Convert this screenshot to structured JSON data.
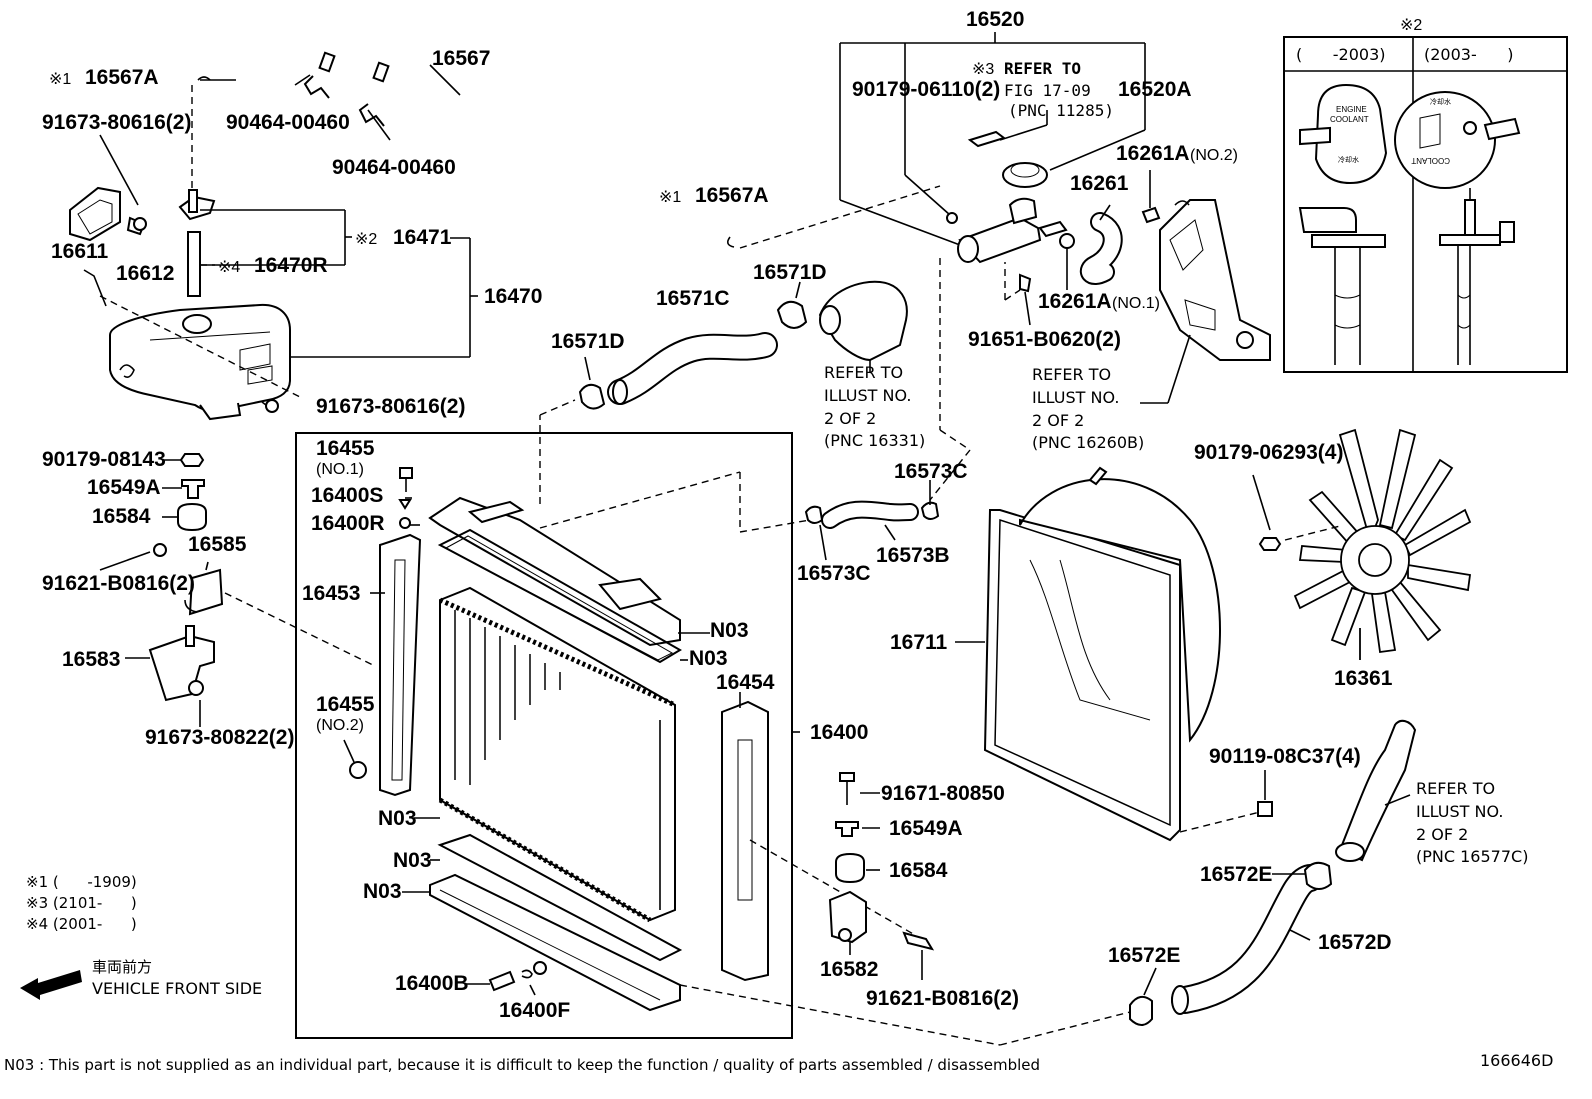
{
  "diagram_id": "166646D",
  "parts": {
    "p16520": "16520",
    "p16567": "16567",
    "p16567A_top": "16567A",
    "p16567A_mid": "16567A",
    "mark1_top": "※1",
    "mark1_mid": "※1",
    "p91673_80616_top": "91673-80616(2)",
    "p90464_a": "90464-00460",
    "p90464_b": "90464-00460",
    "p16611": "16611",
    "p16612": "16612",
    "p16470R": "16470R",
    "mark4": "※4",
    "mark2_mid": "※2",
    "p16471": "16471",
    "p16470": "16470",
    "p91673_80616_bot": "91673-80616(2)",
    "p90179_06110": "90179-06110(2)",
    "mark3": "※3",
    "refer_fig_1": "REFER TO",
    "refer_fig_2": "FIG 17-09",
    "refer_fig_3": "(PNC 11285)",
    "p16520A": "16520A",
    "p16261A_no2": "16261A",
    "p16261A_no2_tag": "(NO.2)",
    "p16261": "16261",
    "p16261A_no1": "16261A",
    "p16261A_no1_tag": "(NO.1)",
    "p91651": "91651-B0620(2)",
    "p16571C": "16571C",
    "p16571D_a": "16571D",
    "p16571D_b": "16571D",
    "refer_16331": [
      "REFER TO",
      "ILLUST NO.",
      "2 OF 2",
      "(PNC 16331)"
    ],
    "refer_16260B": [
      "REFER TO",
      "ILLUST NO.",
      "2 OF 2",
      "(PNC 16260B)"
    ],
    "p90179_08143": "90179-08143",
    "p16549A_l": "16549A",
    "p16584_l": "16584",
    "p16585": "16585",
    "p91621_l": "91621-B0816(2)",
    "p16583": "16583",
    "p91673_80822": "91673-80822(2)",
    "p16455_no1": "16455",
    "p16455_no1_tag": "(NO.1)",
    "p16400S": "16400S",
    "p16400R": "16400R",
    "p16453": "16453",
    "p16455_no2": "16455",
    "p16455_no2_tag": "(NO.2)",
    "n03_1": "N03",
    "n03_2": "N03",
    "n03_3": "N03",
    "n03_4": "N03",
    "n03_5": "N03",
    "p16454": "16454",
    "p16400": "16400",
    "p16400B": "16400B",
    "p16400F": "16400F",
    "p16573C_a": "16573C",
    "p16573C_b": "16573C",
    "p16573B": "16573B",
    "p16711": "16711",
    "p90179_06293": "90179-06293(4)",
    "p16361": "16361",
    "p90119": "90119-08C37(4)",
    "refer_16577C": [
      "REFER TO",
      "ILLUST NO.",
      "2 OF 2",
      "(PNC 16577C)"
    ],
    "p16572E_a": "16572E",
    "p16572E_b": "16572E",
    "p16572D": "16572D",
    "p91671": "91671-80850",
    "p16549A_r": "16549A",
    "p16584_r": "16584",
    "p16582": "16582",
    "p91621_r": "91621-B0816(2)"
  },
  "inset": {
    "mark": "※2",
    "col1": "(      -2003)",
    "col2": "(2003-      )",
    "cap1_line1": "ENGINE",
    "cap1_line2": "COOLANT",
    "cap1_kanji": "冷却水",
    "cap2_kanji": "冷却水",
    "cap2_line": "COOLANT"
  },
  "footnotes": [
    "※1 (      -1909)",
    "※3 (2101-      )",
    "※4 (2001-      )"
  ],
  "front": {
    "kanji": "車両前方",
    "text": "VEHICLE FRONT SIDE"
  },
  "n03_note": "N03 : This part is not supplied as an individual part, because it is difficult to keep the function / quality of parts assembled / disassembled"
}
